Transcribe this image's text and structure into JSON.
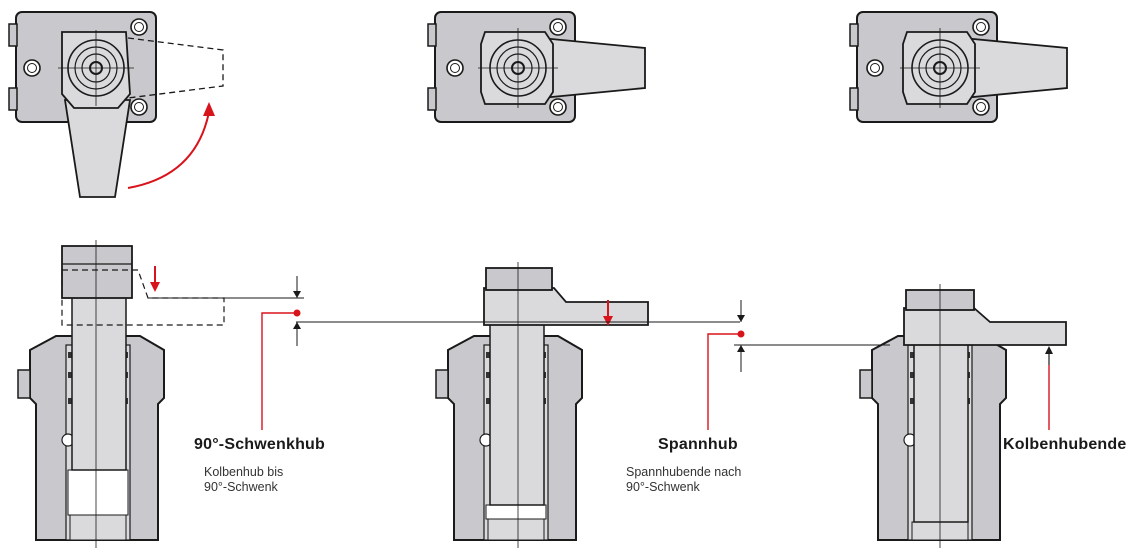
{
  "labels": {
    "swivel_title": "90°-Schwenkhub",
    "swivel_sub_1": "Kolbenhub bis",
    "swivel_sub_2": "90°-Schwenk",
    "clamp_title": "Spannhub",
    "clamp_sub_1": "Spannhubende nach",
    "clamp_sub_2": "90°-Schwenk",
    "end_title": "Kolbenhubende"
  },
  "colors": {
    "body_fill": "#c9c9cd",
    "piston_fill": "#dadadd",
    "outline": "#1a1a1a",
    "accent_red": "#d8131b",
    "page_bg": "#ffffff"
  },
  "figures": {
    "top_views": [
      {
        "name": "top-view-start",
        "clamp_arm": "down",
        "arm_outline_target": "dashed-right",
        "swivel_arrow": true
      },
      {
        "name": "top-view-swivelled",
        "clamp_arm": "right",
        "swivel_arrow": false
      },
      {
        "name": "top-view-clamped",
        "clamp_arm": "right",
        "swivel_arrow": false
      }
    ],
    "side_views": [
      {
        "name": "side-view-start",
        "state": "piston extended, arm swivel position dashed"
      },
      {
        "name": "side-view-swivelled",
        "state": "arm swivelled 90°"
      },
      {
        "name": "side-view-clamped",
        "state": "piston fully retracted"
      }
    ]
  }
}
